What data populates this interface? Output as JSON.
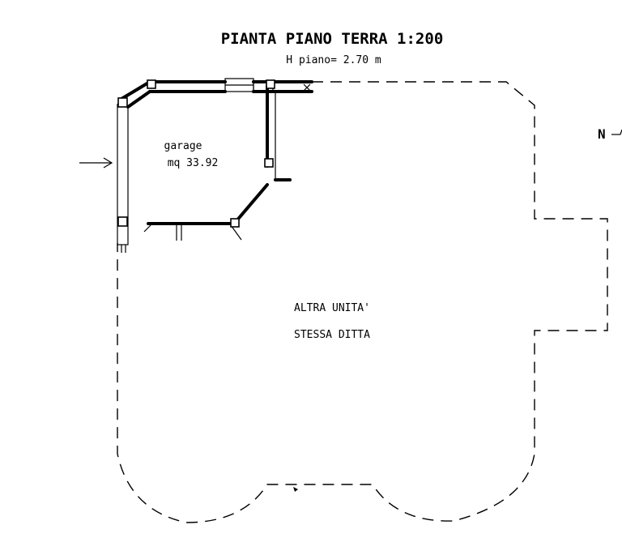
{
  "drawing": {
    "title": "PIANTA PIANO TERRA 1:200",
    "subtitle": "H piano= 2.70 m",
    "room_name": "garage",
    "room_area": "mq 33.92",
    "other_unit_line1": "ALTRA UNITA'",
    "other_unit_line2": "STESSA DITTA",
    "north_label": "N",
    "line_color": "#000000",
    "background": "#ffffff"
  }
}
